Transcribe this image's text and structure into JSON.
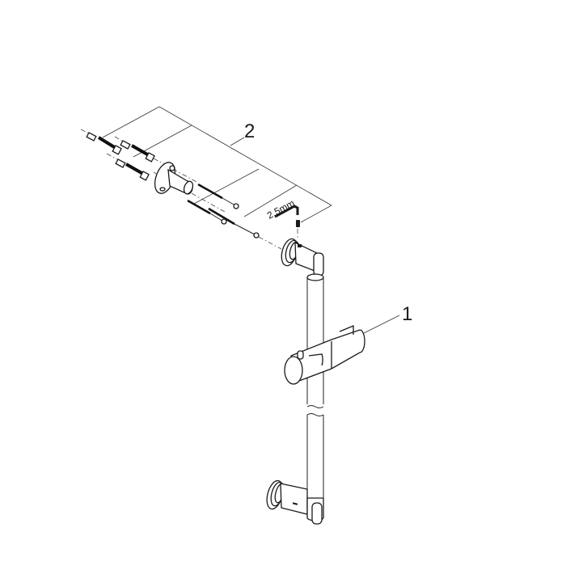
{
  "diagram": {
    "type": "exploded assembly drawing",
    "subject": "shower rail set with wall brackets",
    "callouts": [
      {
        "id": "callout-1",
        "label": "1",
        "refers_to": "shower rail with sliding hand-shower holder"
      },
      {
        "id": "callout-2",
        "label": "2",
        "refers_to": "mounting kit (wall plugs, screws, bracket, grub screw, hex key)"
      }
    ],
    "dimension_labels": [
      {
        "id": "hex-key-size",
        "text": "2.5mm"
      }
    ],
    "parts": [
      "wall-plug-1",
      "wall-plug-2",
      "wall-plug-3",
      "wall-bracket-flange",
      "screw-1",
      "screw-2",
      "screw-3",
      "hex-key",
      "grub-screw",
      "upper-wall-mount",
      "rail-tube",
      "slider-holder",
      "lower-wall-mount"
    ],
    "colors": {
      "line": "#1a1a1a",
      "background": "#ffffff"
    }
  }
}
